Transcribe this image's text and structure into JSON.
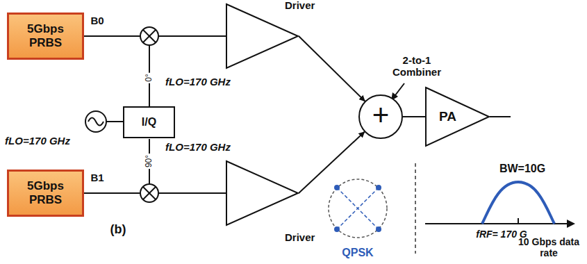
{
  "diagram": {
    "nodes": [
      {
        "text": [
          "5Gbps PRBS"
        ]
      },
      {
        "text": [
          "Driver"
        ]
      },
      {
        "text": [
          "I/Q"
        ]
      },
      {
        "text": [
          "+"
        ]
      },
      {
        "text": [
          "PA"
        ]
      },
      {
        "text": [
          "5Gbps PRBS"
        ]
      },
      {
        "text": [
          "Driver"
        ]
      }
    ],
    "edges": [
      {
        "from": 1,
        "to": 3,
        "arrow": "to"
      },
      {
        "from": 6,
        "to": 3,
        "arrow": "to"
      },
      {
        "from": 3,
        "to": 4,
        "arrow": "none"
      }
    ],
    "labels": [
      "B0",
      "fLO=170 GHz",
      "0°",
      "fLO=170 GHz",
      "90°",
      "fLO=170 GHz",
      "B1",
      "(b)",
      "2-to-1 Combiner",
      "QPSK",
      "BW=10G",
      "fRF= 170 G",
      "10 Gbps data rate"
    ]
  }
}
